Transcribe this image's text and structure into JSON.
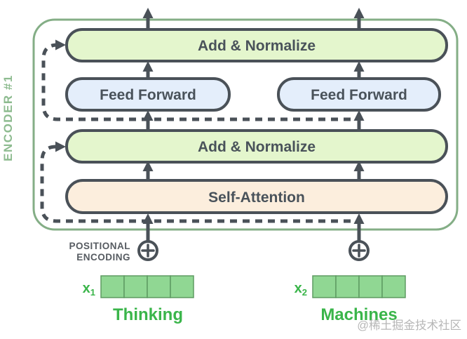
{
  "diagram": {
    "encoder_label": "ENCODER #1",
    "blocks": {
      "add_normalize_top": "Add & Normalize",
      "feed_forward_left": "Feed Forward",
      "feed_forward_right": "Feed Forward",
      "add_normalize_mid": "Add & Normalize",
      "self_attention": "Self-Attention"
    },
    "positional_encoding": {
      "line1": "POSITIONAL",
      "line2": "ENCODING",
      "plus_icon": "circled-plus"
    },
    "inputs": [
      {
        "symbol": "x",
        "subscript": "1",
        "word": "Thinking",
        "cells": 4
      },
      {
        "symbol": "x",
        "subscript": "2",
        "word": "Machines",
        "cells": 4
      }
    ],
    "watermark": "@稀土掘金技术社区",
    "colors": {
      "background": "#ffffff",
      "container_green": "#84ae86",
      "encoder_label_green": "#8dbb8f",
      "add_normalize_fill": "#e4f6cd",
      "feed_forward_fill": "#e4eefb",
      "self_attention_fill": "#fceedd",
      "outline_dark": "#4a5158",
      "pill_text": "#49525a",
      "vector_green": "#90d793",
      "vector_border": "#5e9b62",
      "word_green": "#3ab54a",
      "pe_text_gray": "#565b61",
      "watermark_gray": "#b6b6b6"
    }
  }
}
